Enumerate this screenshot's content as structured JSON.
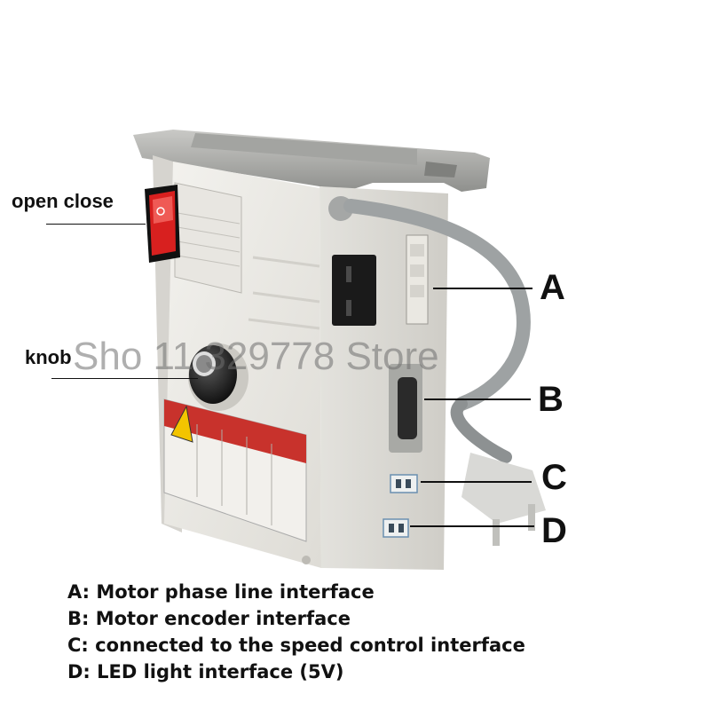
{
  "callouts": {
    "open_close": "open close",
    "knob": "knob",
    "a": "A",
    "b": "B",
    "c": "C",
    "d": "D"
  },
  "legend": [
    "A: Motor phase line interface",
    "B: Motor encoder interface",
    "C: connected to the speed control interface",
    "D: LED light interface (5V)"
  ],
  "watermark": "Sho 11 329778 Store",
  "colors": {
    "housing": "#ecebe6",
    "mount_plate": "#b3b3b0",
    "switch_red": "#d8201f",
    "warning_red": "#c8322c",
    "cable_gray": "#9ea2a3"
  }
}
